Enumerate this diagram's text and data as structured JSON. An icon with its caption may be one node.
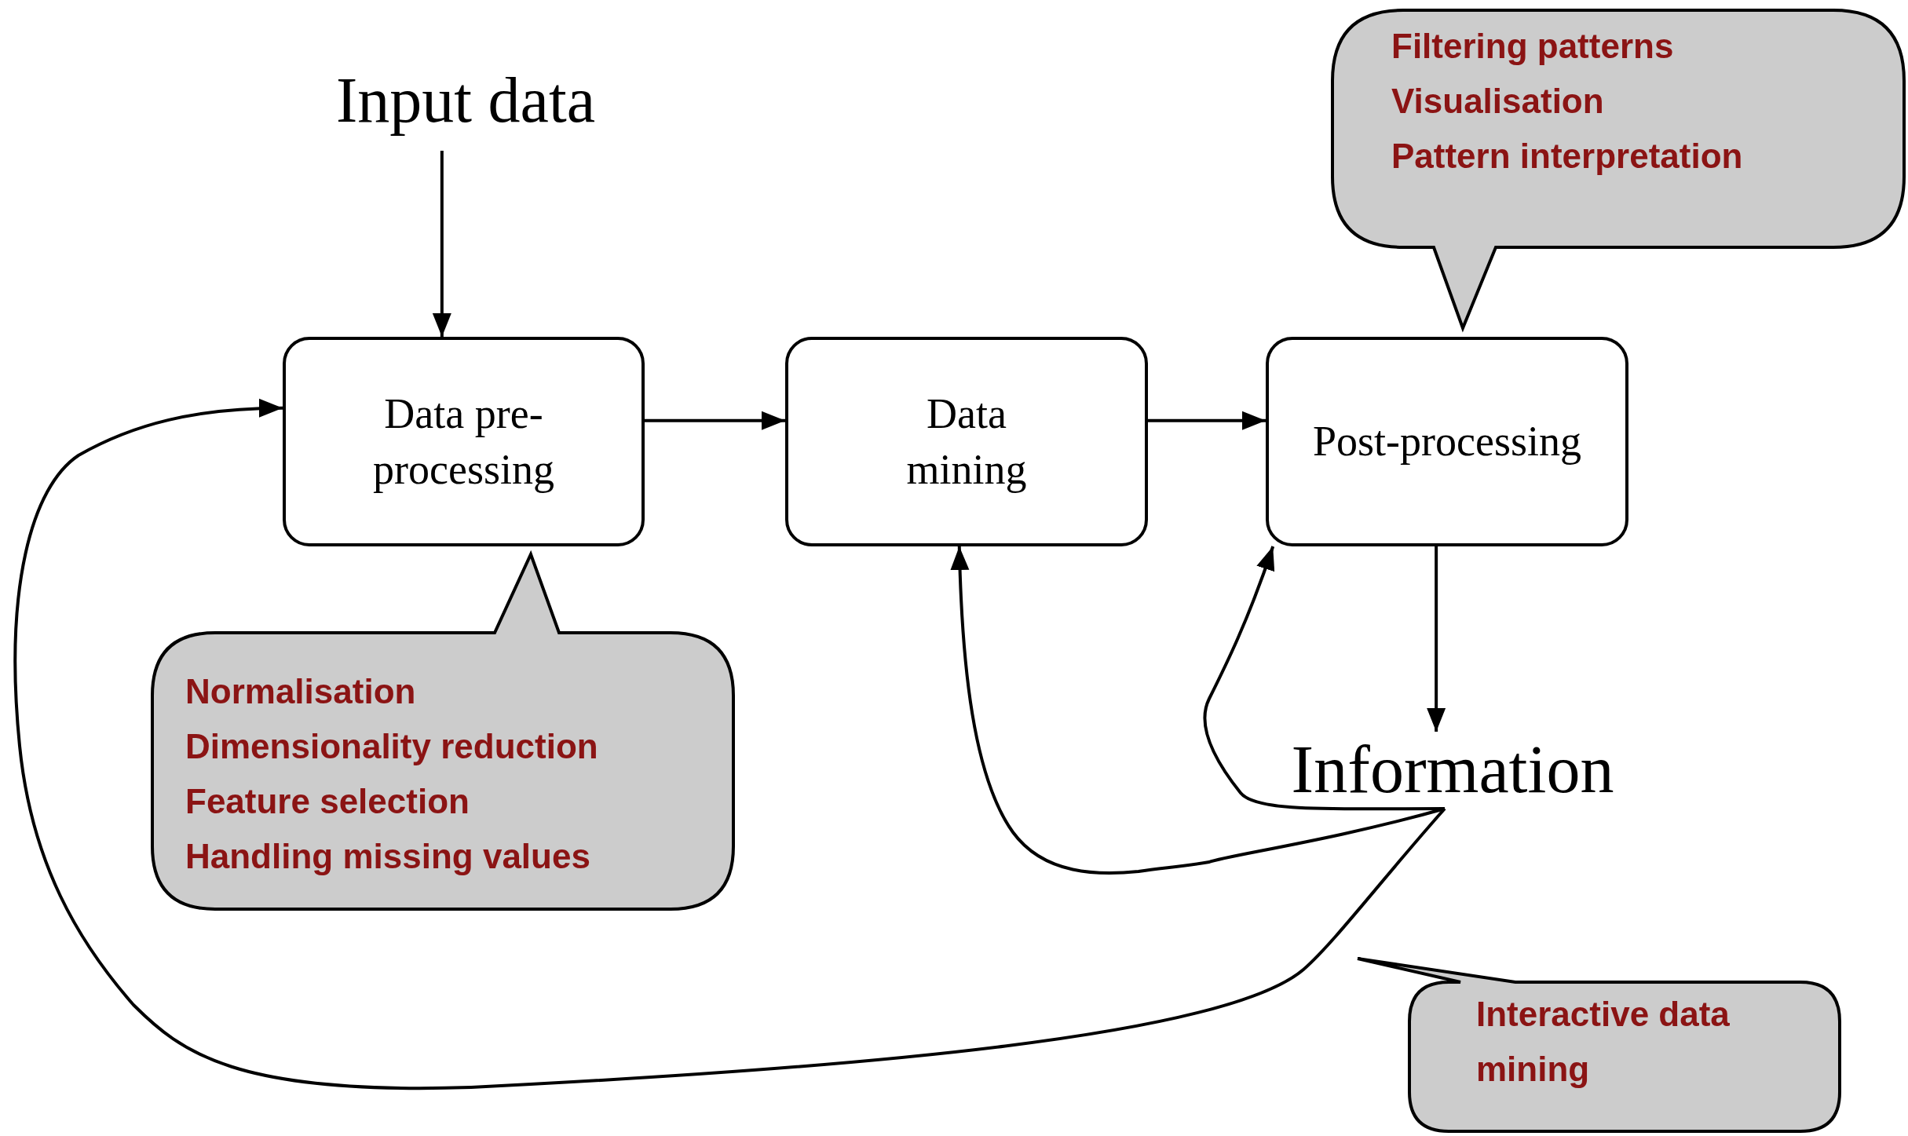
{
  "diagram": {
    "nodes": [
      {
        "text": [
          "Input data"
        ]
      },
      {
        "text": [
          "Data pre-processing"
        ]
      },
      {
        "text": [
          "Data mining"
        ]
      },
      {
        "text": [
          "Post-processing"
        ]
      },
      {
        "text": [
          "Information"
        ]
      },
      {
        "text": [
          "Normalisation",
          "Dimensionality reduction",
          "Feature selection",
          "Handling missing values"
        ]
      },
      {
        "text": [
          "Filtering patterns",
          "Visualisation",
          "Pattern interpretation"
        ]
      },
      {
        "text": [
          "Interactive data mining"
        ]
      }
    ],
    "edges": [
      {
        "from": 0,
        "to": 1,
        "arrow": "to"
      },
      {
        "from": 1,
        "to": 2,
        "arrow": "to"
      },
      {
        "from": 2,
        "to": 3,
        "arrow": "to"
      },
      {
        "from": 3,
        "to": 4,
        "arrow": "to"
      },
      {
        "from": 4,
        "to": 1,
        "arrow": "to"
      },
      {
        "from": 4,
        "to": 2,
        "arrow": "to"
      },
      {
        "from": 4,
        "to": 3,
        "arrow": "to"
      }
    ]
  }
}
